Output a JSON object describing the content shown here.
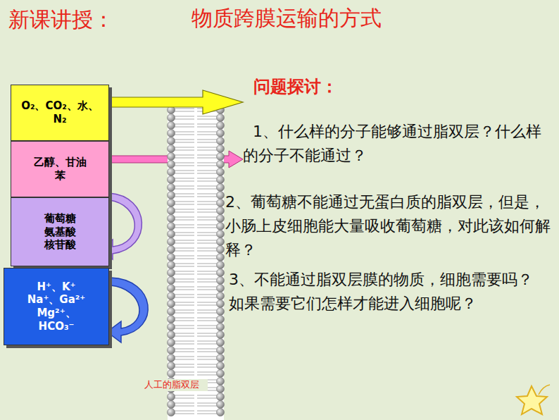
{
  "diagram": {
    "title": "新课讲授：",
    "nodes": [
      {
        "text": [
          "O₂、CO₂、水、N₂"
        ]
      },
      {
        "text": [
          "乙醇、甘油 苯"
        ]
      },
      {
        "text": [
          "葡萄糖 氨基酸 核苷酸"
        ]
      },
      {
        "text": [
          "H⁺、K⁺ Na⁺、Ga²⁺ Mg²⁺、HCO₃⁻"
        ]
      }
    ],
    "labels": [
      "物质跨膜运输的方式",
      "问题探讨：",
      "1、什么样的分子能够通过脂双层？什么样的分子不能通过？",
      "2、葡萄糖不能通过无蛋白质的脂双层，但是，小肠上皮细胞能大量吸收葡萄糖，对此该如何解释？",
      "3、不能通过脂双层膜的物质，细胞需要吗？如果需要它们怎样才能进入细胞呢？",
      "人工的脂双层"
    ]
  }
}
